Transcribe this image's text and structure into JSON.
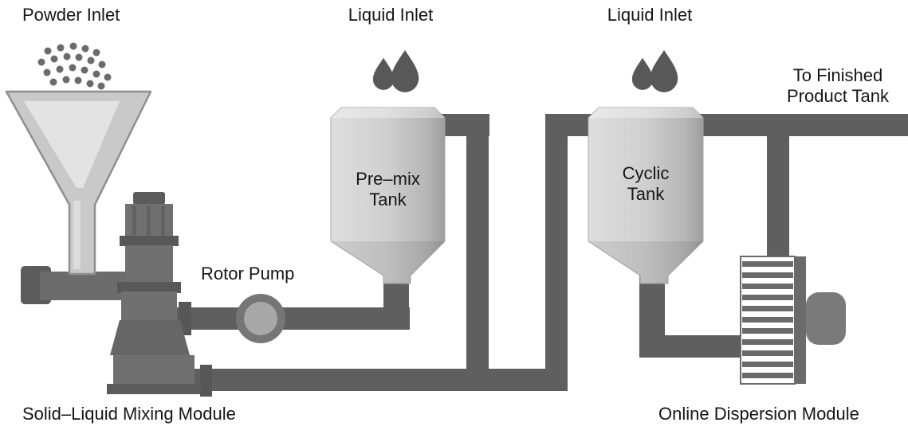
{
  "diagram": {
    "labels": {
      "powder_inlet": "Powder Inlet",
      "liquid_inlet_1": "Liquid Inlet",
      "liquid_inlet_2": "Liquid Inlet",
      "finished_line1": "To Finished",
      "finished_line2": "Product Tank",
      "premix_line1": "Pre–mix",
      "premix_line2": "Tank",
      "cyclic_line1": "Cyclic",
      "cyclic_line2": "Tank",
      "rotor_pump": "Rotor Pump",
      "mixing_module": "Solid–Liquid Mixing Module",
      "dispersion_module": "Online Dispersion Module"
    },
    "icons": {
      "liquid_drop": "teardrop-shape",
      "powder_particles": "dot-cluster"
    },
    "colors": {
      "pipe_color": "#5f5f5f",
      "equipment_color": "#707070",
      "equipment_dark": "#5c5c5c",
      "tank_light": "#dedede",
      "tank_dark": "#9d9d9d",
      "funnel_fill": "#c9c9c9",
      "drop_color": "#585858",
      "particle_color": "#6b6b6b",
      "text_color": "#161616",
      "background": "#ffffff"
    }
  }
}
